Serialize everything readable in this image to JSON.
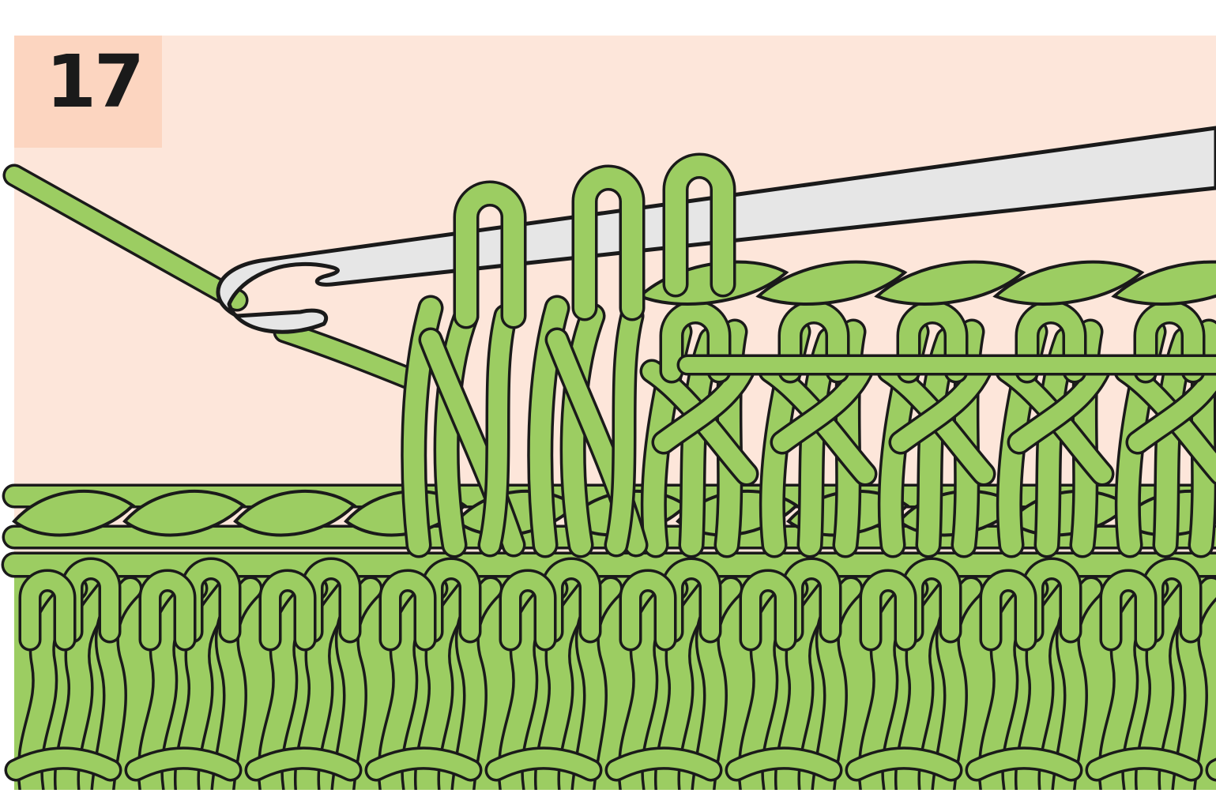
{
  "step": {
    "number": "17"
  },
  "colors": {
    "background": "#fde6da",
    "step_box": "#fcd5c0",
    "yarn": "#9ccd62",
    "outline": "#1a1a1a",
    "hook": "#e6e6e6",
    "page": "#ffffff"
  },
  "illustration": {
    "hook": "crochet-hook",
    "yarn": "working-yarn",
    "loops_on_hook": 3,
    "completed_stitches": 5
  }
}
